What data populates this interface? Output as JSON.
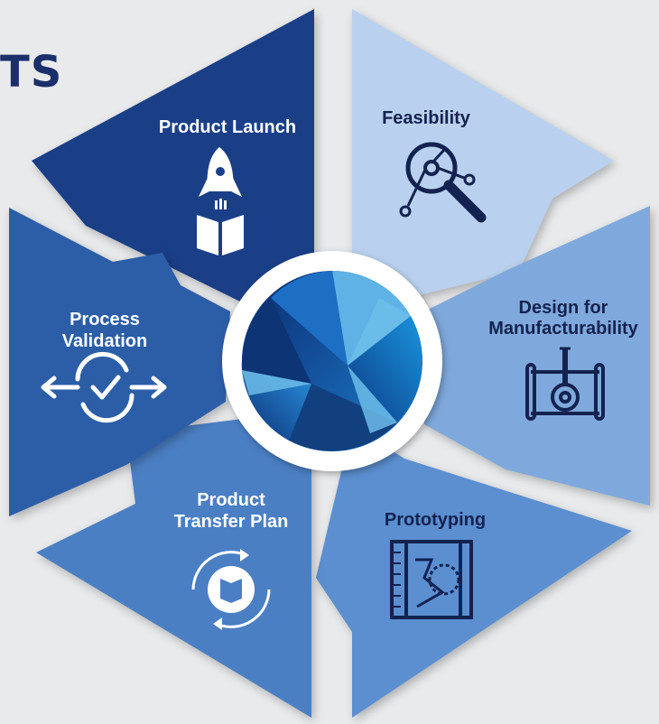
{
  "corner_text": "TS",
  "segments": {
    "product_launch": "Product Launch",
    "feasibility": "Feasibility",
    "dfm_line1": "Design for",
    "dfm_line2": "Manufacturability",
    "prototyping": "Prototyping",
    "transfer_line1": "Product",
    "transfer_line2": "Transfer Plan",
    "validation_line1": "Process",
    "validation_line2": "Validation"
  },
  "icons": {
    "product_launch": "rocket-book-icon",
    "feasibility": "magnifier-network-icon",
    "dfm": "blueprint-gear-icon",
    "prototyping": "blueprint-ruler-gear-icon",
    "transfer": "cycle-book-icon",
    "validation": "sync-check-icon",
    "center": "aperture-logo-icon"
  },
  "colors": {
    "product_launch": "#1a3f87",
    "feasibility": "#b9d1ee",
    "dfm": "#7fa9dc",
    "prototyping": "#5b8fd0",
    "transfer": "#4b7fc4",
    "validation": "#2c5ea8",
    "dark_text": "#13224f"
  }
}
